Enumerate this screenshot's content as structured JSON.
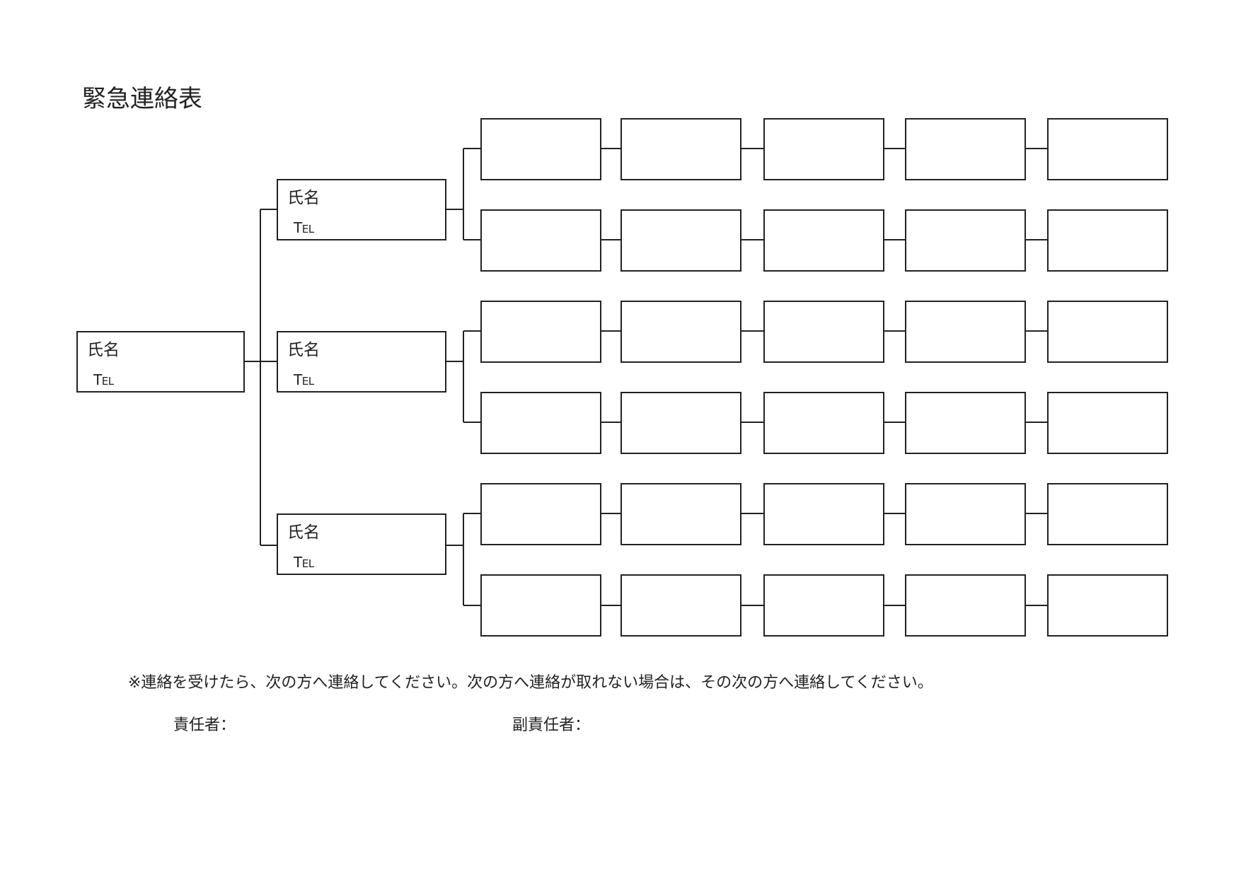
{
  "title": "緊急連絡表",
  "person_box": {
    "name_label": "氏名",
    "tel_label_t": "T",
    "tel_label_el": "EL"
  },
  "note": "※連絡を受けたら、次の方へ連絡してください。次の方へ連絡が取れない場合は、その次の方へ連絡してください。",
  "responsible_label": "責任者：",
  "vice_responsible_label": "副責任者："
}
